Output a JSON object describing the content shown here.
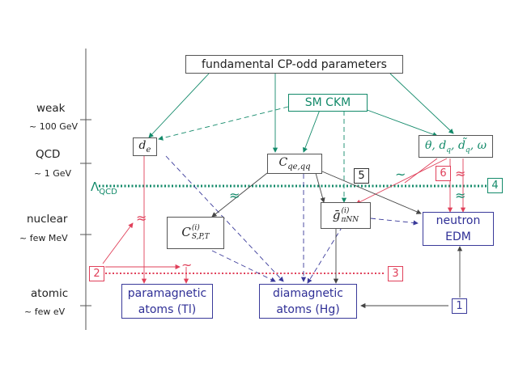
{
  "scale_labels": {
    "weak": "weak",
    "weak_energy": "~ 100 GeV",
    "qcd": "QCD",
    "qcd_energy": "~ 1 GeV",
    "nuclear": "nuclear",
    "nuclear_energy": "~ few MeV",
    "atomic": "atomic",
    "atomic_energy": "~ few eV",
    "lambda_qcd": "Λ",
    "lambda_qcd_sub": "QCD"
  },
  "nodes": {
    "fundamental": "fundamental CP-odd parameters",
    "sm_ckm": "SM CKM",
    "de": "d",
    "de_sub": "e",
    "cqe": "C",
    "cqe_sub": "qe,qq",
    "theta": "θ, d",
    "theta_dq_sub": "q",
    "theta_dt": ", d̃",
    "theta_dt_sub": "q",
    "theta_omega": ", ω",
    "csp": "C",
    "csp_sup": "(i)",
    "csp_sub": "S,P,T",
    "gpinn": "ḡ",
    "gpinn_sup": "(i)",
    "gpinn_sub": "πNN",
    "neutron_line1": "neutron",
    "neutron_line2": "EDM",
    "para_line1": "paramagnetic",
    "para_line2": "atoms (Tl)",
    "dia_line1": "diamagnetic",
    "dia_line2": "atoms (Hg)"
  },
  "markers": [
    "1",
    "2",
    "3",
    "4",
    "5",
    "6"
  ],
  "approx_symbol": "≈",
  "tilde_symbol": "~",
  "colors": {
    "green": "#138a6a",
    "red": "#e0405a",
    "blue": "#3a3a9a",
    "dark": "#444444"
  }
}
